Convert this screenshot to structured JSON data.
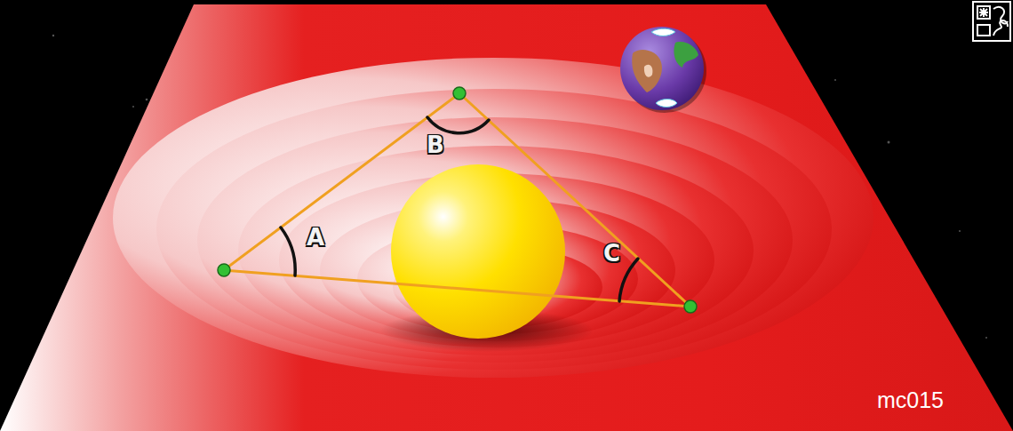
{
  "diagram": {
    "labels": [
      "A",
      "B",
      "C",
      "mc015"
    ]
  }
}
